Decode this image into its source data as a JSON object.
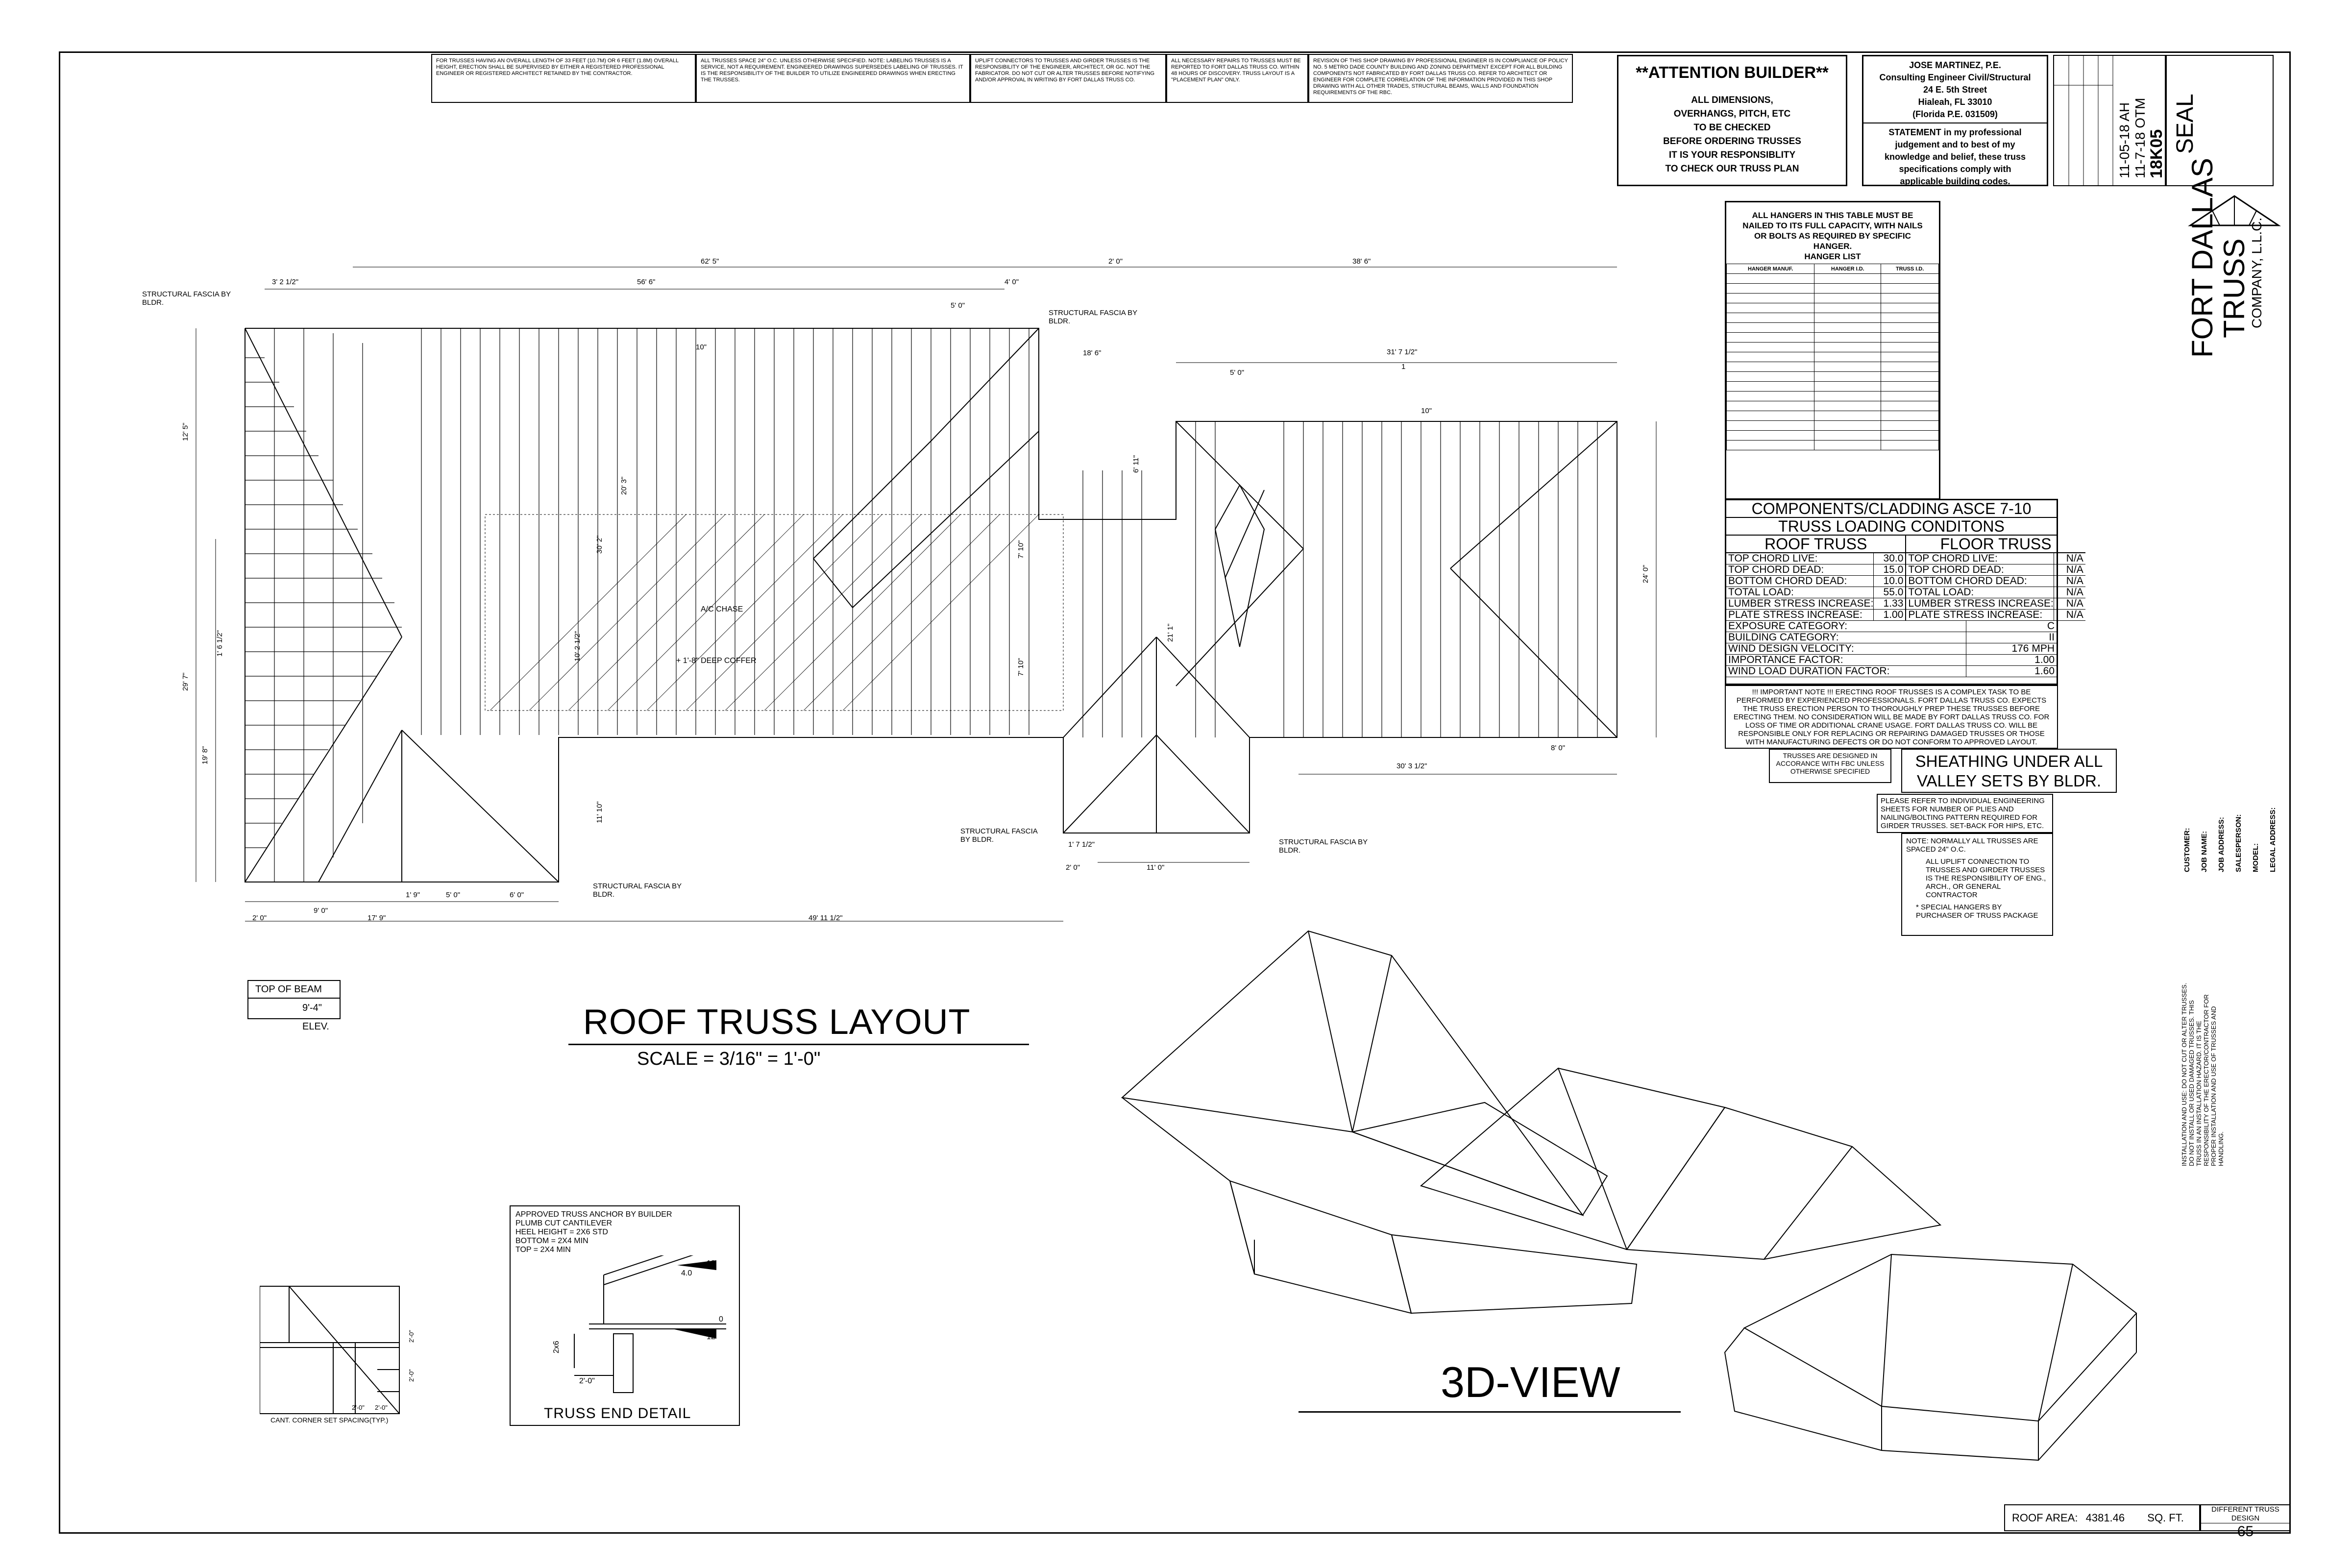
{
  "top_notes": [
    "For trusses having an overall length of 33 feet (10.7m) or 6 feet (1.8m) overall height, erection shall be supervised by either a registered professional engineer or registered architect retained by the contractor.",
    "All trusses space 24\" O.C. unless otherwise specified. Note: labeling trusses is a service, not a requirement. Engineered drawings supersedes labeling of trusses. It is the responsibility of the builder to utilize engineered drawings when erecting the trusses.",
    "Uplift connectors to trusses and girder trusses is the responsibility of the engineer, architect, or GC. Not the fabricator. Do not cut or alter trusses before notifying and/or approval in writing by Fort Dallas Truss Co.",
    "All necessary repairs to trusses must be reported to Fort Dallas Truss Co. within 48 hours of discovery. Truss layout is a \"placement plan\" only.",
    "Revision of this shop drawing by professional engineer is in compliance of policy no. 5 Metro Dade County building and zoning department except for all building components not fabricated by Fort Dallas Truss Co. Refer to architect or engineer for complete correlation of the information provided in this shop drawing with all other trades, structural beams, walls and foundation requirements of the RBC."
  ],
  "attention": {
    "title": "**ATTENTION BUILDER**",
    "lines": [
      "ALL DIMENSIONS,",
      "OVERHANGS, PITCH, ETC",
      "TO BE CHECKED",
      "BEFORE ORDERING TRUSSES",
      "IT IS YOUR RESPONSIBLITY",
      "TO CHECK OUR TRUSS PLAN"
    ]
  },
  "engineer": {
    "name": "JOSE MARTINEZ, P.E.",
    "role": "Consulting Engineer Civil/Structural",
    "address1": "24 E. 5th Street",
    "address2": "Hialeah, FL 33010",
    "license": "(Florida P.E. 031509)",
    "statement": [
      "STATEMENT in my professional",
      "judgement and to best of my",
      "knowledge and belief, these truss",
      "specifications comply with",
      "applicable building codes."
    ]
  },
  "seal_label": "SEAL",
  "revision_block": {
    "drawn": "11-05-18 AH",
    "checked": "11-7-18 OTM",
    "number": "18K05"
  },
  "company": {
    "line1": "FORT DALLAS",
    "line2": "TRUSS",
    "line3": "COMPANY, L.L.C."
  },
  "hanger": {
    "header": [
      "ALL HANGERS IN THIS TABLE MUST BE",
      "NAILED TO ITS FULL CAPACITY, WITH NAILS",
      "OR BOLTS AS REQUIRED BY SPECIFIC",
      "HANGER."
    ],
    "list_title": "HANGER LIST",
    "columns": [
      "HANGER MANUF.",
      "HANGER I.D.",
      "TRUSS I.D."
    ]
  },
  "loads": {
    "title1": "COMPONENTS/CLADDING ASCE 7-10",
    "title2": "TRUSS LOADING CONDITONS",
    "roof_title": "ROOF TRUSS",
    "floor_title": "FLOOR TRUSS",
    "roof": [
      {
        "k": "TOP CHORD LIVE:",
        "v": "30.0"
      },
      {
        "k": "TOP CHORD DEAD:",
        "v": "15.0"
      },
      {
        "k": "BOTTOM CHORD DEAD:",
        "v": "10.0"
      },
      {
        "k": "TOTAL LOAD:",
        "v": "55.0"
      },
      {
        "k": "LUMBER STRESS INCREASE:",
        "v": "1.33"
      },
      {
        "k": "PLATE STRESS INCREASE:",
        "v": "1.00"
      }
    ],
    "floor": [
      {
        "k": "TOP CHORD LIVE:",
        "v": "N/A"
      },
      {
        "k": "TOP CHORD DEAD:",
        "v": "N/A"
      },
      {
        "k": "BOTTOM CHORD DEAD:",
        "v": "N/A"
      },
      {
        "k": "TOTAL LOAD:",
        "v": "N/A"
      },
      {
        "k": "LUMBER STRESS INCREASE:",
        "v": "N/A"
      },
      {
        "k": "PLATE STRESS INCREASE:",
        "v": "N/A"
      }
    ],
    "full": [
      {
        "k": "EXPOSURE CATEGORY:",
        "v": "C"
      },
      {
        "k": "BUILDING CATEGORY:",
        "v": "II"
      },
      {
        "k": "WIND DESIGN VELOCITY:",
        "v": "176 MPH"
      },
      {
        "k": "IMPORTANCE FACTOR:",
        "v": "1.00"
      },
      {
        "k": "WIND LOAD DURATION FACTOR:",
        "v": "1.60"
      }
    ]
  },
  "important_note": "!!! IMPORTANT NOTE !!! Erecting roof trusses is a complex task to be performed by experienced professionals. Fort Dallas Truss Co. expects the truss erection person to thoroughly prep these trusses before erecting them. No consideration will be made by Fort Dallas Truss Co. for loss of time or additional crane usage. Fort Dallas Truss Co. will be responsible only for replacing or repairing damaged trusses or those with manufacturing defects or do not conform to approved layout.",
  "fbc_note": "TRUSSES ARE DESIGNED IN ACCORANCE WITH FBC UNLESS OTHERWISE SPECIFIED",
  "sheathing": [
    "SHEATHING UNDER ALL",
    "VALLEY SETS BY BLDR."
  ],
  "refer_note": "Please refer to individual engineering sheets for number of plies and nailing/bolting pattern required for girder trusses. Set-back for hips, etc.",
  "notes": [
    "NOTE: NORMALLY ALL TRUSSES ARE SPACED 24\" O.C.",
    "ALL UPLIFT CONNECTION TO TRUSSES AND GIRDER TRUSSES IS THE RESPONSIBILITY OF ENG., ARCH., OR GENERAL CONTRACTOR",
    "* SPECIAL HANGERS BY PURCHASER OF TRUSS PACKAGE"
  ],
  "side_fields": [
    "CUSTOMER:",
    "JOB NAME:",
    "JOB ADDRESS:",
    "SALESPERSON:",
    "MODEL:",
    "LEGAL ADDRESS:"
  ],
  "dimensions": {
    "top_overall_left": "62' 5\"",
    "top_overall_right": "38' 6\"",
    "top_mid": "2' 0\"",
    "left_a": "3' 2 1/2\"",
    "left_b": "56' 6\"",
    "left_c": "4' 0\"",
    "d_5_0": "5' 0\"",
    "d_10": "10\"",
    "d_18_6": "18' 6\"",
    "d_31_7": "31' 7 1/2\"",
    "bot_9_0": "9' 0\"",
    "bot_1_9": "1' 9\"",
    "bot_5_0": "5' 0\"",
    "bot_6_0": "6' 0\"",
    "bot_17_9": "17' 9\"",
    "bot_49_11": "49' 11 1/2\"",
    "bot_2_0": "2' 0\"",
    "bot_11_0": "11' 0\"",
    "bot_1_7": "1' 7 1/2\"",
    "right_30_3": "30' 3 1/2\"",
    "right_24_0": "24' 0\"",
    "right_8_0": "8' 0\"",
    "left_12_5": "12' 5\"",
    "left_29_7": "29' 7\"",
    "left_19_8": "19' 8\"",
    "left_1_6": "1' 6 1/2\"",
    "mid_20_3": "20' 3\"",
    "mid_30_2": "30' 2\"",
    "mid_10_2": "10' 2 1/2\"",
    "mid_11_10": "11' 10\"",
    "mid_21_1": "21' 1\"",
    "mid_7_10": "7' 10\"",
    "mid_6_11": "6' 11\""
  },
  "labels": {
    "fascia": "STRUCTURAL FASCIA BY BLDR.",
    "ac_chase": "A/C CHASE",
    "coffer": "+ 1'-8\" DEEP COFFER",
    "circle_1": "1"
  },
  "top_of_beam": {
    "label": "TOP OF BEAM",
    "value": "9'-4\" ELEV."
  },
  "main_title": "ROOF TRUSS LAYOUT",
  "scale": "SCALE = 3/16\" = 1'-0\"",
  "view3d_title": "3D-VIEW",
  "anchor": {
    "lines": [
      "APPROVED TRUSS ANCHOR BY BUILDER",
      "PLUMB CUT CANTILEVER",
      "HEEL HEIGHT = 2x6 STD",
      "BOTTOM = 2x4 MIN",
      "TOP = 2x4 MIN"
    ],
    "pitch_top": "12",
    "pitch_rise": "4.0",
    "pitch_bot": "12",
    "pitch_zero": "0",
    "lumber": "2x6",
    "overhang": "2'-0\"",
    "title": "TRUSS END DETAIL"
  },
  "corner_caption": "CANT. CORNER SET SPACING(TYP.)",
  "corner_dims": [
    "2'-0\"",
    "2'-0\"",
    "2'-0\"",
    "2'-0\""
  ],
  "roof_area": {
    "label": "ROOF AREA:",
    "value": "4381.46",
    "unit": "SQ. FT."
  },
  "page": {
    "label": "DIFFERENT TRUSS DESIGN",
    "number": "65"
  },
  "installation_note": "INSTALLATION AND USE: DO NOT CUT OR ALTER TRUSSES. DO NOT INSTALL OR USED DAMAGED TRUSSES. THIS TRUSS IN AN INSTALLATION HAZARD. IT IS THE RESPONSIBILITY OF THE ERECTOR/CONTRACTOR FOR PROPER INSTALLATION AND USE OF TRUSSES AND HANDLING."
}
